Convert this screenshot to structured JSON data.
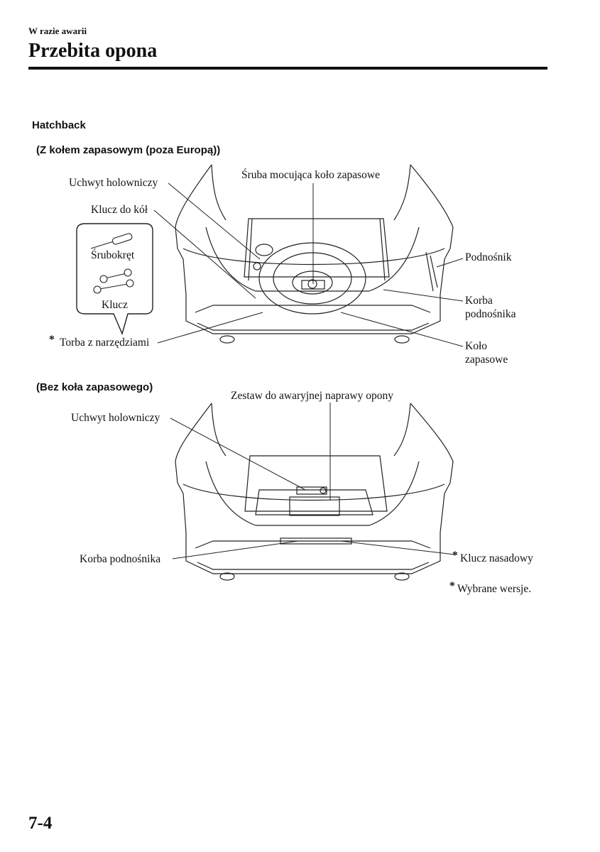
{
  "header": {
    "section": "W razie awarii",
    "title": "Przebita opona"
  },
  "body_type": "Hatchback",
  "figure1": {
    "subtitle": "(Z kołem zapasowym (poza Europą))",
    "labels": {
      "tow_hook": "Uchwyt holowniczy",
      "spare_bolt": "Śruba mocująca koło zapasowe",
      "lug_wrench": "Klucz do kół",
      "screwdriver": "Śrubokręt",
      "wrench": "Klucz",
      "tool_bag_star": "*",
      "tool_bag": "Torba z narzędziami",
      "jack": "Podnośnik",
      "jack_handle_1": "Korba",
      "jack_handle_2": "podnośnika",
      "spare_tire_1": "Koło",
      "spare_tire_2": "zapasowe"
    }
  },
  "figure2": {
    "subtitle": "(Bez koła zapasowego)",
    "labels": {
      "repair_kit": "Zestaw do awaryjnej naprawy opony",
      "tow_hook": "Uchwyt holowniczy",
      "jack_handle": "Korba podnośnika",
      "socket_star": "*",
      "socket_wrench": "Klucz nasadowy"
    }
  },
  "footnote": {
    "star": "*",
    "text": "Wybrane wersje."
  },
  "page_number": "7-4"
}
